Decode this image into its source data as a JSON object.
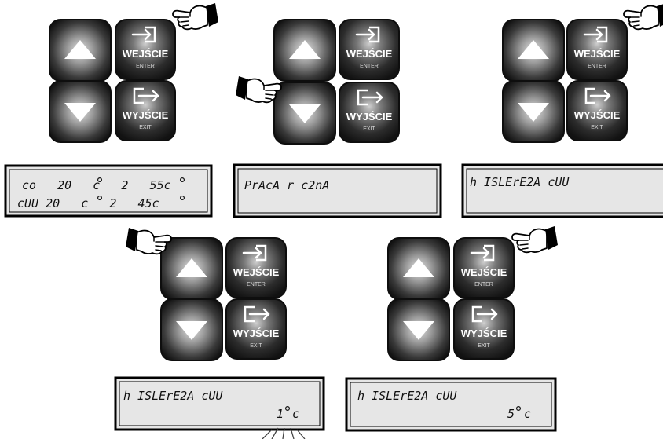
{
  "keys": {
    "enter_label": "WEJŚCIE",
    "enter_sub": "ENTER",
    "exit_label": "WYJŚCIE",
    "exit_sub": "EXIT",
    "icons": [
      "triangle-up-icon",
      "triangle-down-icon",
      "enter-arrow-icon",
      "exit-arrow-icon",
      "pointing-hand-icon"
    ]
  },
  "displays": {
    "d1_line1": "co   20   c   2   55c",
    "d1_line2": "cUU 20   c   2   45c",
    "d2_line1": "PrAcA r c2nA",
    "d3_line1": "h ISLErE2A cUU",
    "d4_line1": "h ISLErE2A cUU",
    "d4_value": "1",
    "d4_unit": "c",
    "d5_line1": "h ISLErE2A cUU",
    "d5_value": "5",
    "d5_unit": "c"
  },
  "colors": {
    "key_dark": "#1e1e1e",
    "key_light": "#d8d8d8",
    "lcd_bg": "#e6e6e6",
    "ink": "#000000"
  }
}
